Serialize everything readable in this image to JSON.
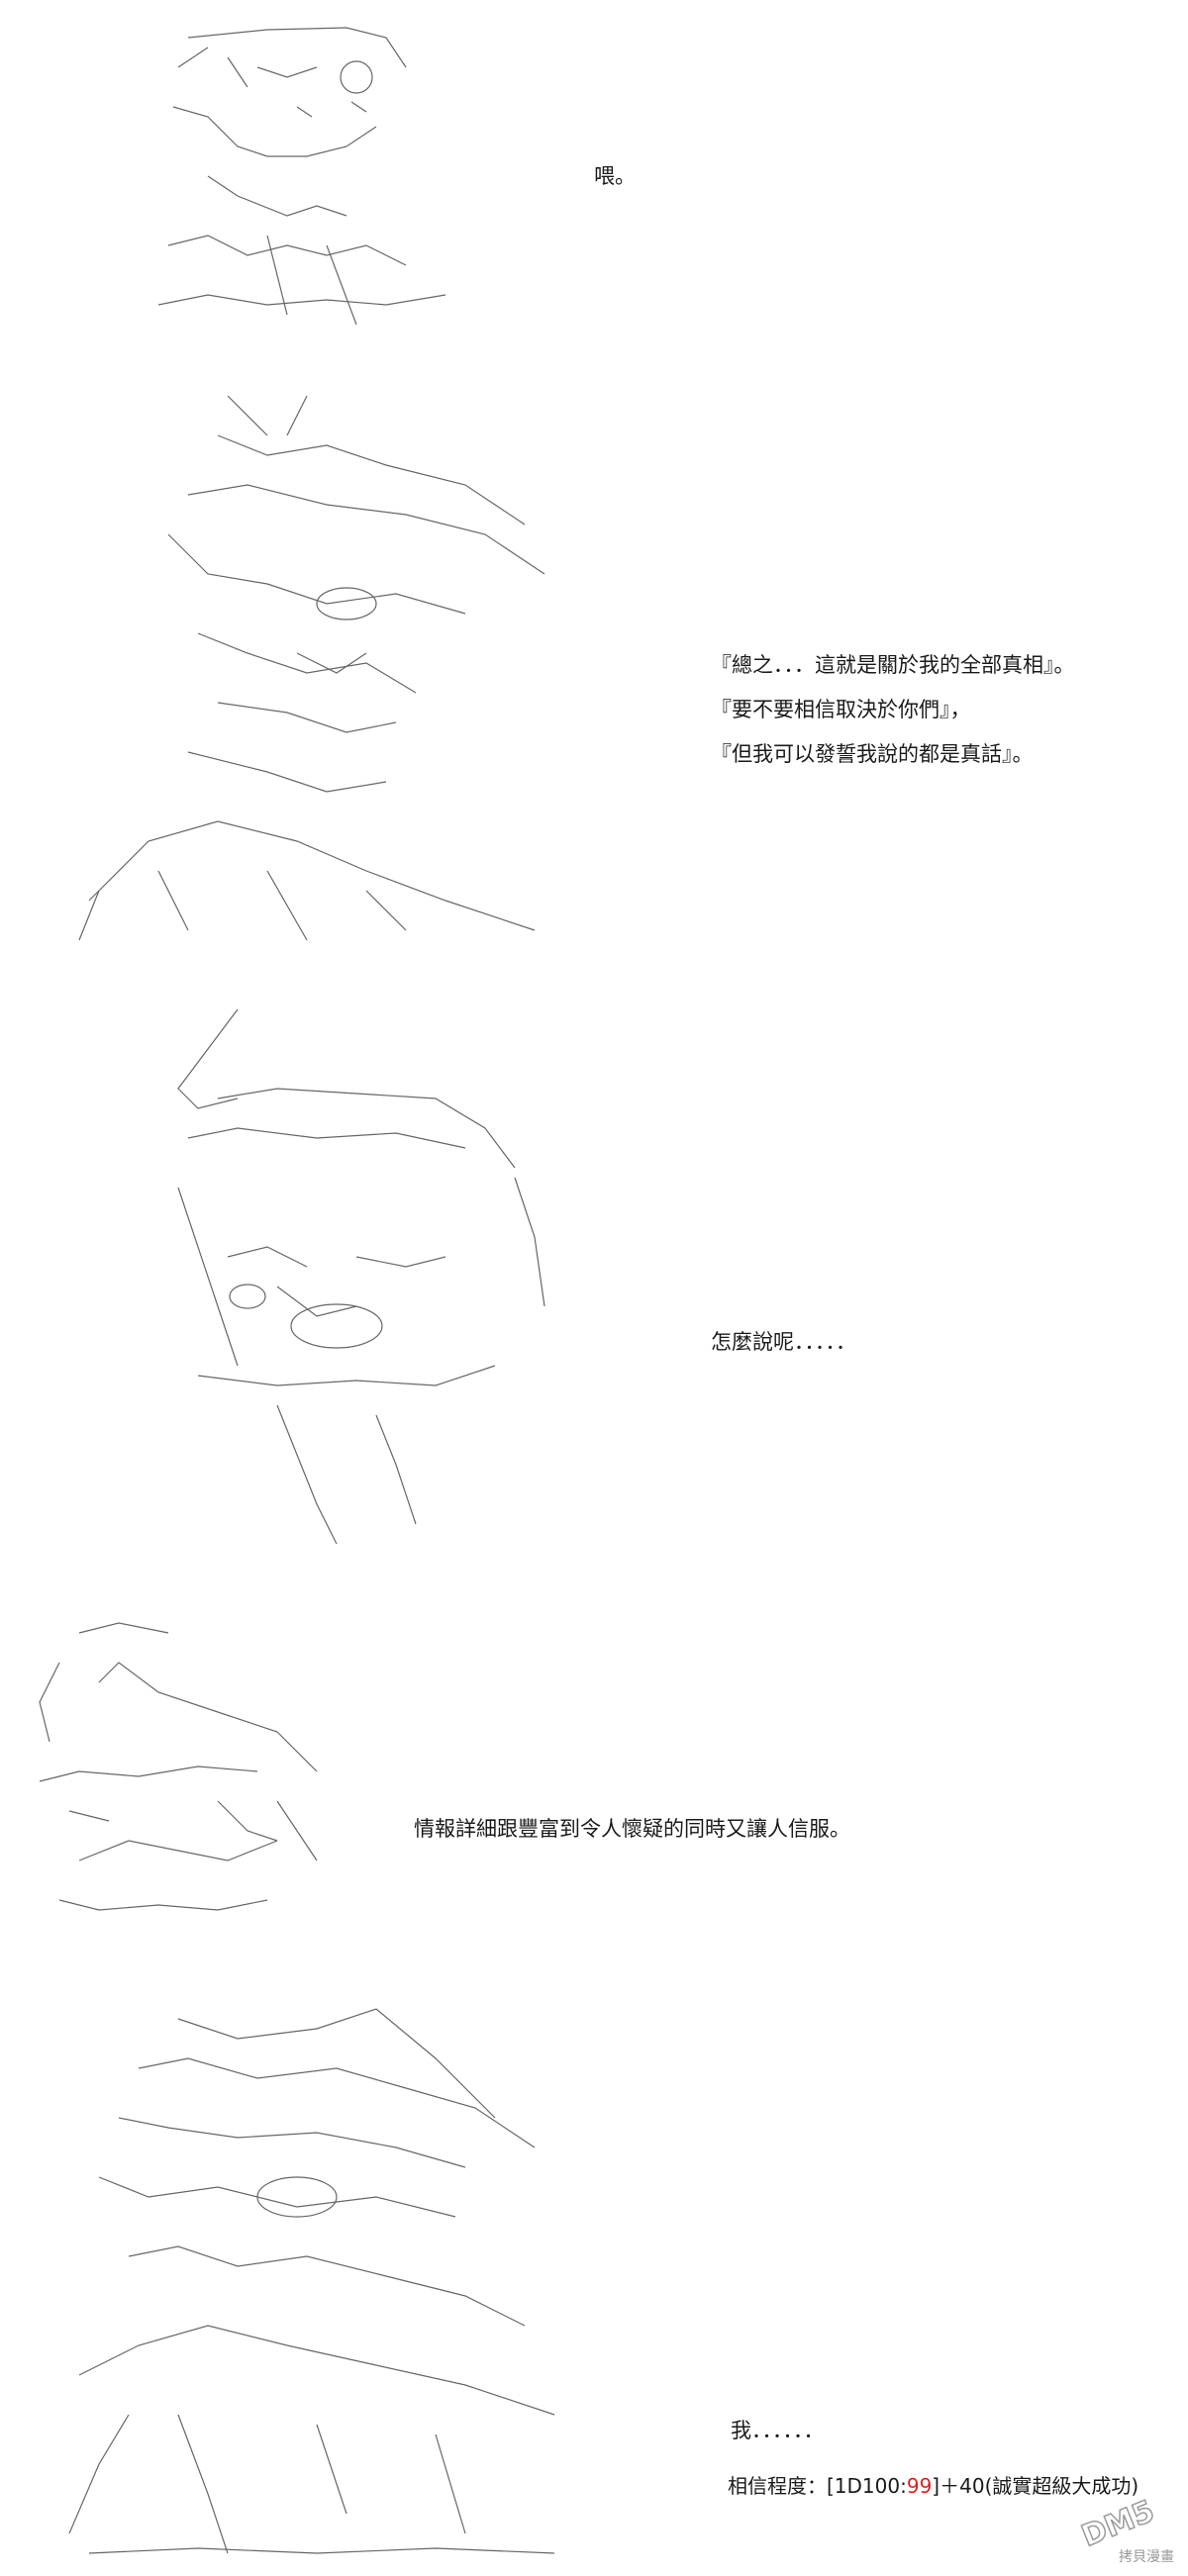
{
  "panels": [
    {
      "id": "p1",
      "lines": [
        "喂。"
      ]
    },
    {
      "id": "p2",
      "lines": [
        "『總之．．．這就是關於我的全部真相』。",
        "『要不要相信取決於你們』，",
        "『但我可以發誓我說的都是真話』。"
      ]
    },
    {
      "id": "p3",
      "lines": [
        "怎麼說呢．．．．．"
      ]
    },
    {
      "id": "p4",
      "lines": [
        "情報詳細跟豐富到令人懷疑的同時又讓人信服。"
      ]
    },
    {
      "id": "p5",
      "lines": [
        "我．．．．．．"
      ]
    }
  ],
  "roll": {
    "label": "相信程度：",
    "dice_open": "[1D100:",
    "dice_value": "99",
    "dice_close": "]",
    "bonus": "＋40",
    "result": "(誠實超級大成功)"
  },
  "watermark": {
    "logo": "DM5",
    "site": "拷貝漫畫"
  },
  "colors": {
    "text": "#1a1a1a",
    "art": "#555555",
    "highlight": "#e02020"
  }
}
